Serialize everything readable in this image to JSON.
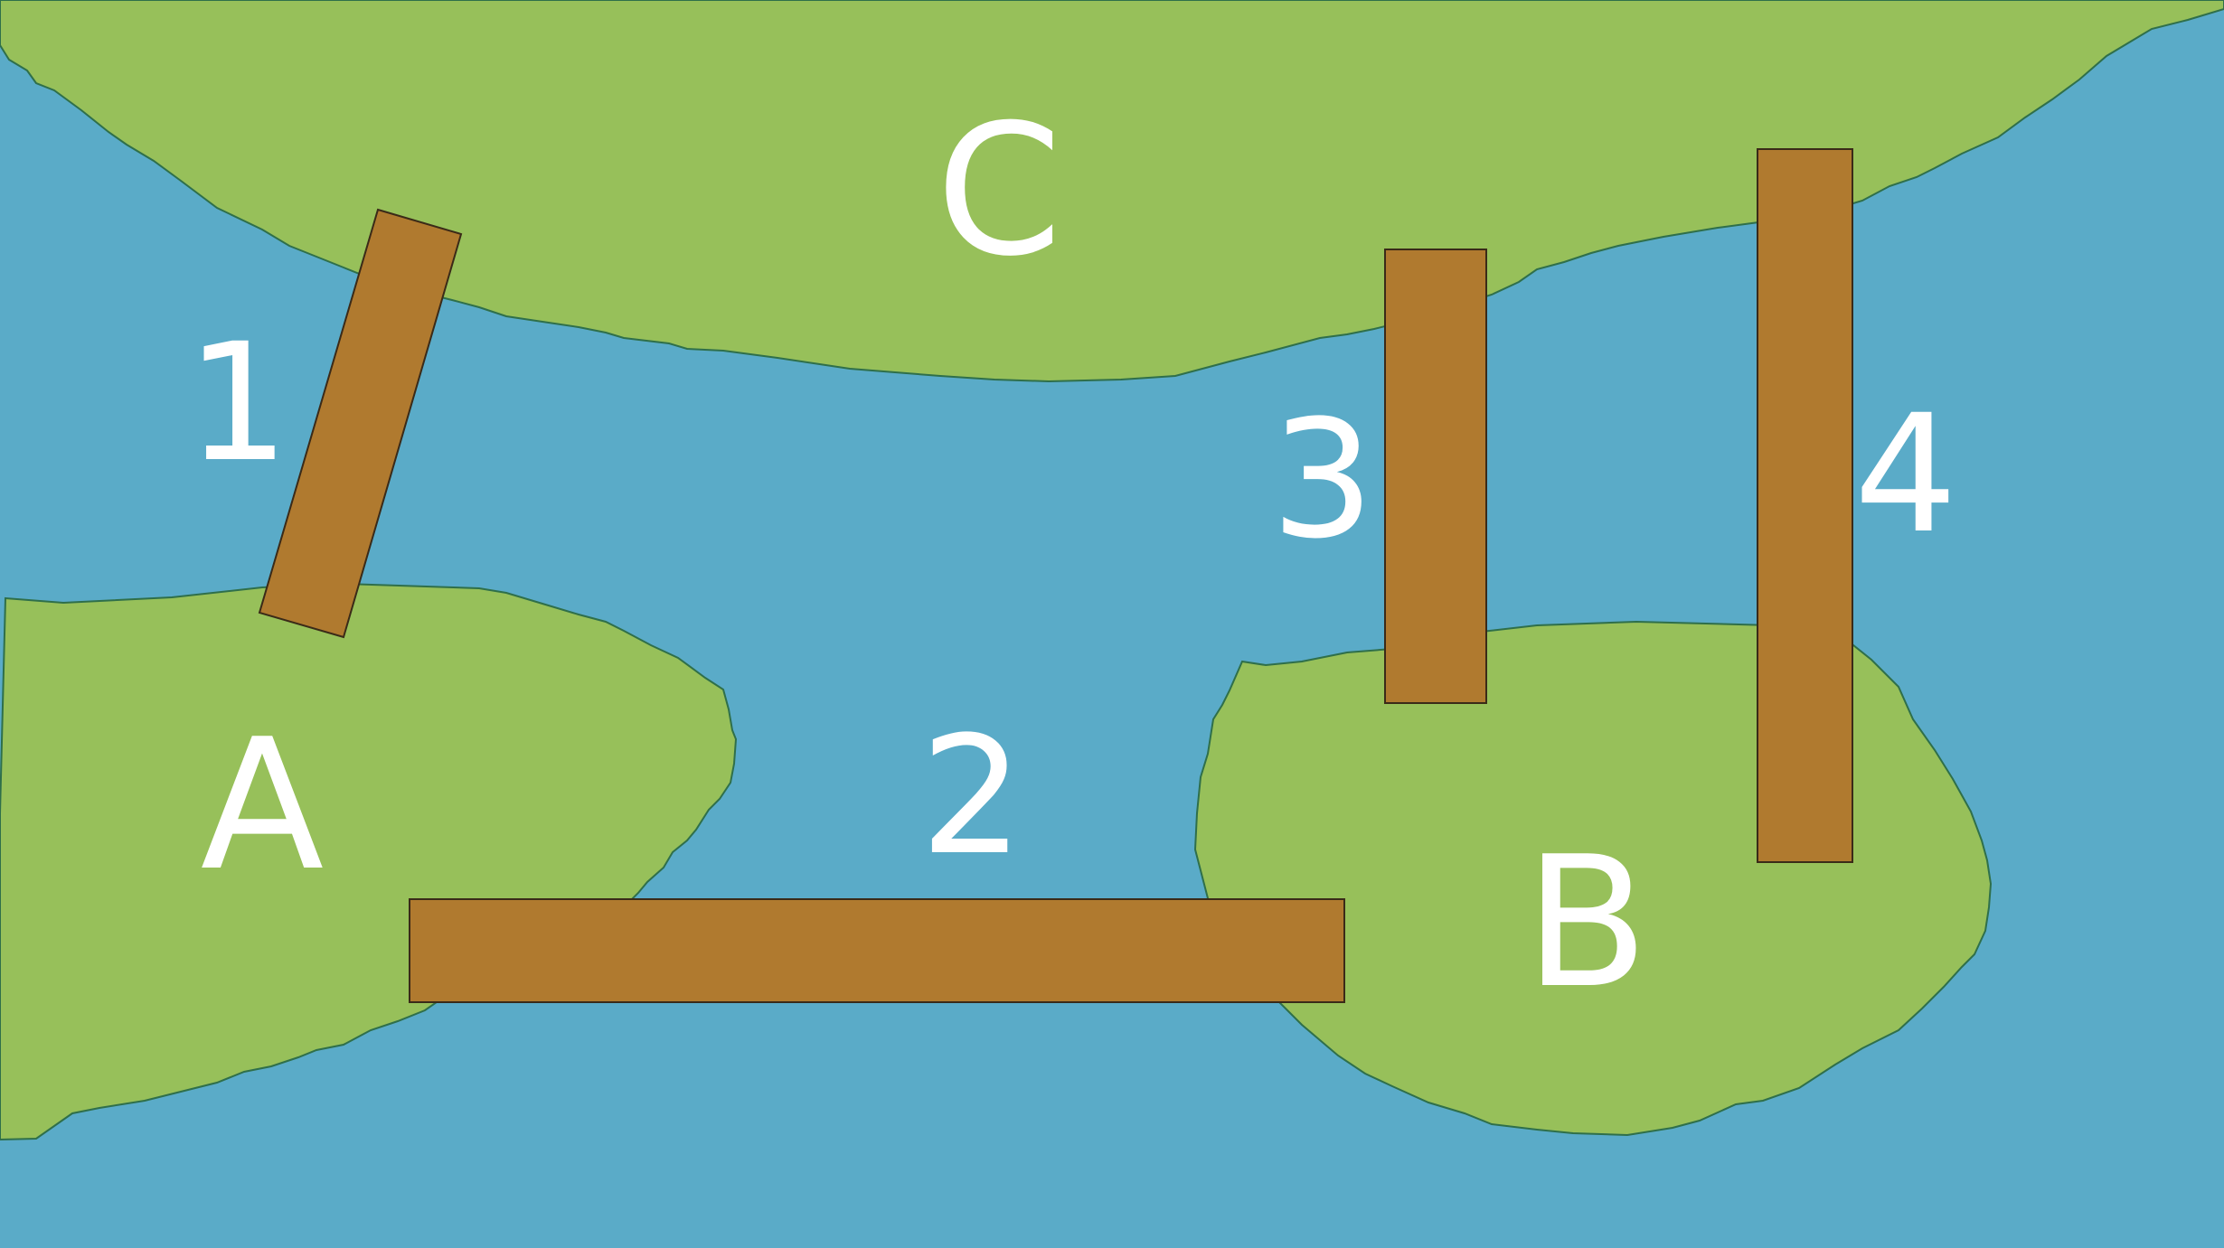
{
  "colors": {
    "water": "#5aabc8",
    "land": "#97c05a",
    "shore": "#2f6f4a",
    "bridge": "#b07a2f",
    "bridge_outline": "#3a2a18",
    "label": "#ffffff"
  },
  "land_labels": {
    "c": "C",
    "a": "A",
    "b": "B"
  },
  "bridges": [
    {
      "id": "1",
      "label": "1"
    },
    {
      "id": "2",
      "label": "2"
    },
    {
      "id": "3",
      "label": "3"
    },
    {
      "id": "4",
      "label": "4"
    }
  ]
}
